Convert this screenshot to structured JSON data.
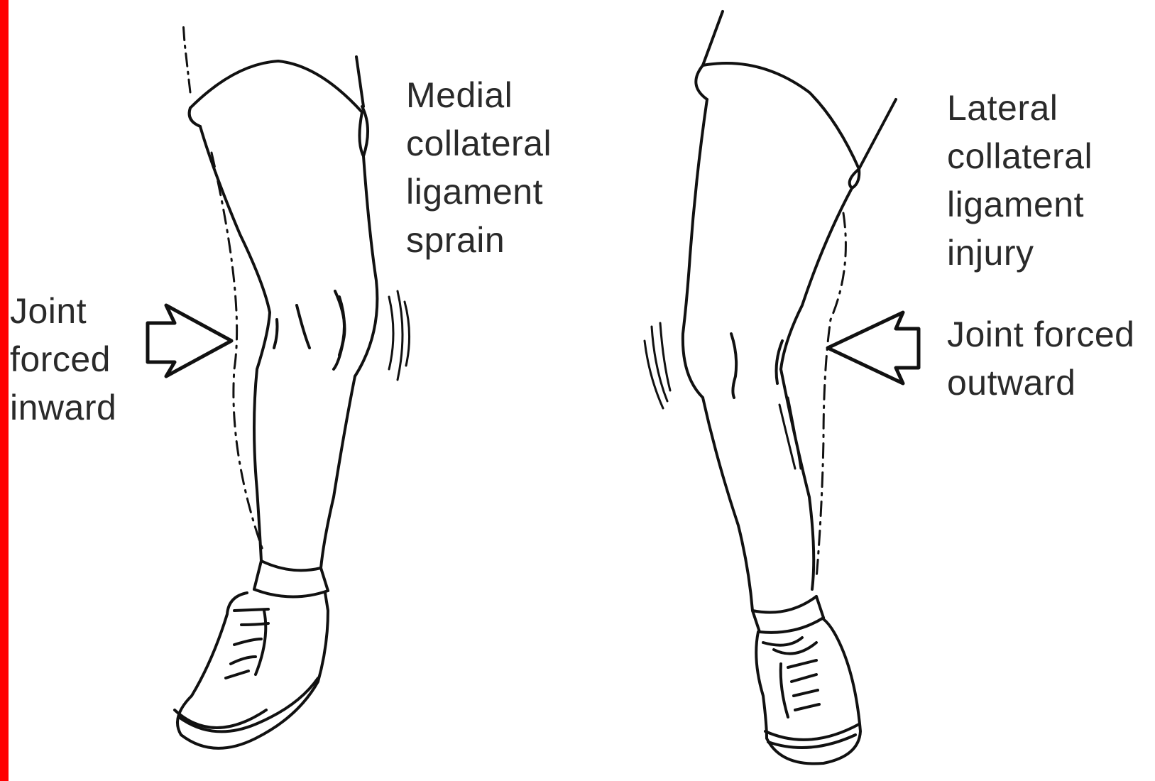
{
  "colors": {
    "edge_bar": "#ff0000",
    "line": "#111111",
    "text": "#2a2a2a",
    "background": "#ffffff"
  },
  "labels": {
    "medial": [
      "Medial",
      "collateral",
      "ligament",
      "sprain"
    ],
    "inward": [
      "Joint",
      "forced",
      "inward"
    ],
    "lateral": [
      "Lateral",
      "collateral",
      "ligament",
      "injury"
    ],
    "outward": [
      "Joint forced",
      "outward"
    ]
  },
  "icons": {
    "left_arrow": "hollow-arrow-right-icon",
    "right_arrow": "hollow-arrow-left-icon"
  }
}
